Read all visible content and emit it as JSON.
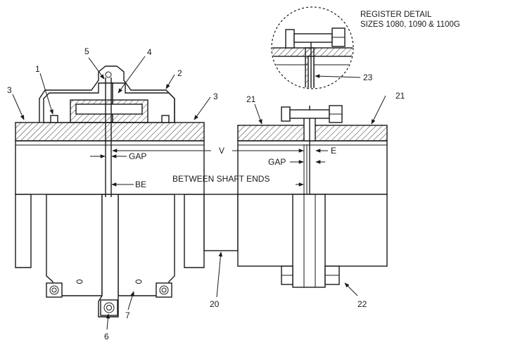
{
  "register_detail": {
    "title_line1": "REGISTER DETAIL",
    "title_line2": "SIZES 1080, 1090 & 1100G"
  },
  "dimensions": {
    "gap_left": "GAP",
    "gap_right": "GAP",
    "v": "V",
    "e": "E",
    "be": "BE",
    "between_shaft_ends": "BETWEEN SHAFT ENDS"
  },
  "callouts": {
    "c1": "1",
    "c2": "2",
    "c3_left": "3",
    "c3_right": "3",
    "c4": "4",
    "c5": "5",
    "c6": "6",
    "c7": "7",
    "c20": "20",
    "c21_left": "21",
    "c21_right": "21",
    "c22": "22",
    "c23": "23"
  }
}
